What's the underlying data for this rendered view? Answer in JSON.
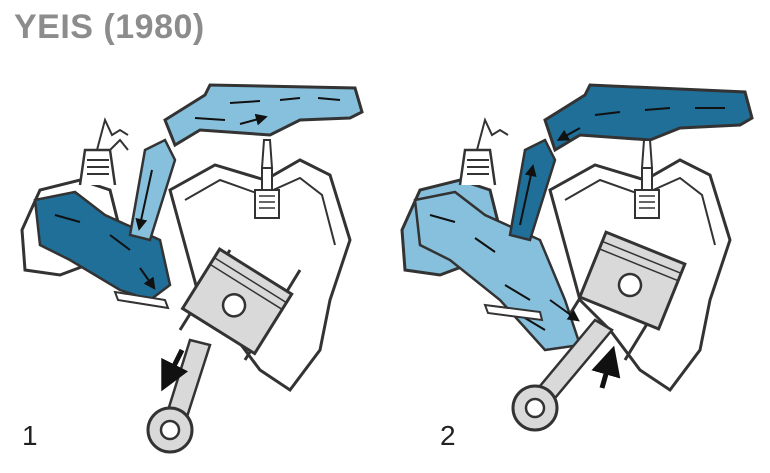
{
  "title": "YEIS (1980)",
  "panels": [
    {
      "number": "1"
    },
    {
      "number": "2"
    }
  ],
  "colors": {
    "title": "#8c8c8c",
    "dark_blue": "#1f6f99",
    "light_blue": "#86c0dc",
    "outline": "#333333",
    "metal": "#d9d9d9"
  }
}
